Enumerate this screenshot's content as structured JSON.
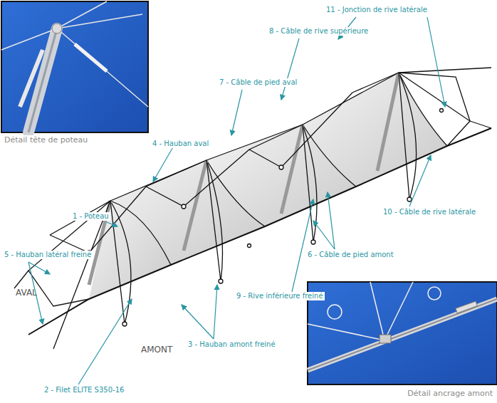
{
  "diagram": {
    "labels": [
      "Détail tête de poteau",
      "11 - Jonction de rive latérale",
      "8 - Câble de rive supérieure",
      "7 - Câble de pied aval",
      "4 - Hauban aval",
      "1 - Poteau",
      "5 - Hauban latéral freiné",
      "AVAL",
      "10 - Câble de rive latérale",
      "6 - Câble de pied amont",
      "9 - Rive inférieure freiné",
      "3 - Hauban amont freiné",
      "AMONT",
      "2 - Filet ELITE S350-16",
      "Détail ancrage amont"
    ]
  }
}
